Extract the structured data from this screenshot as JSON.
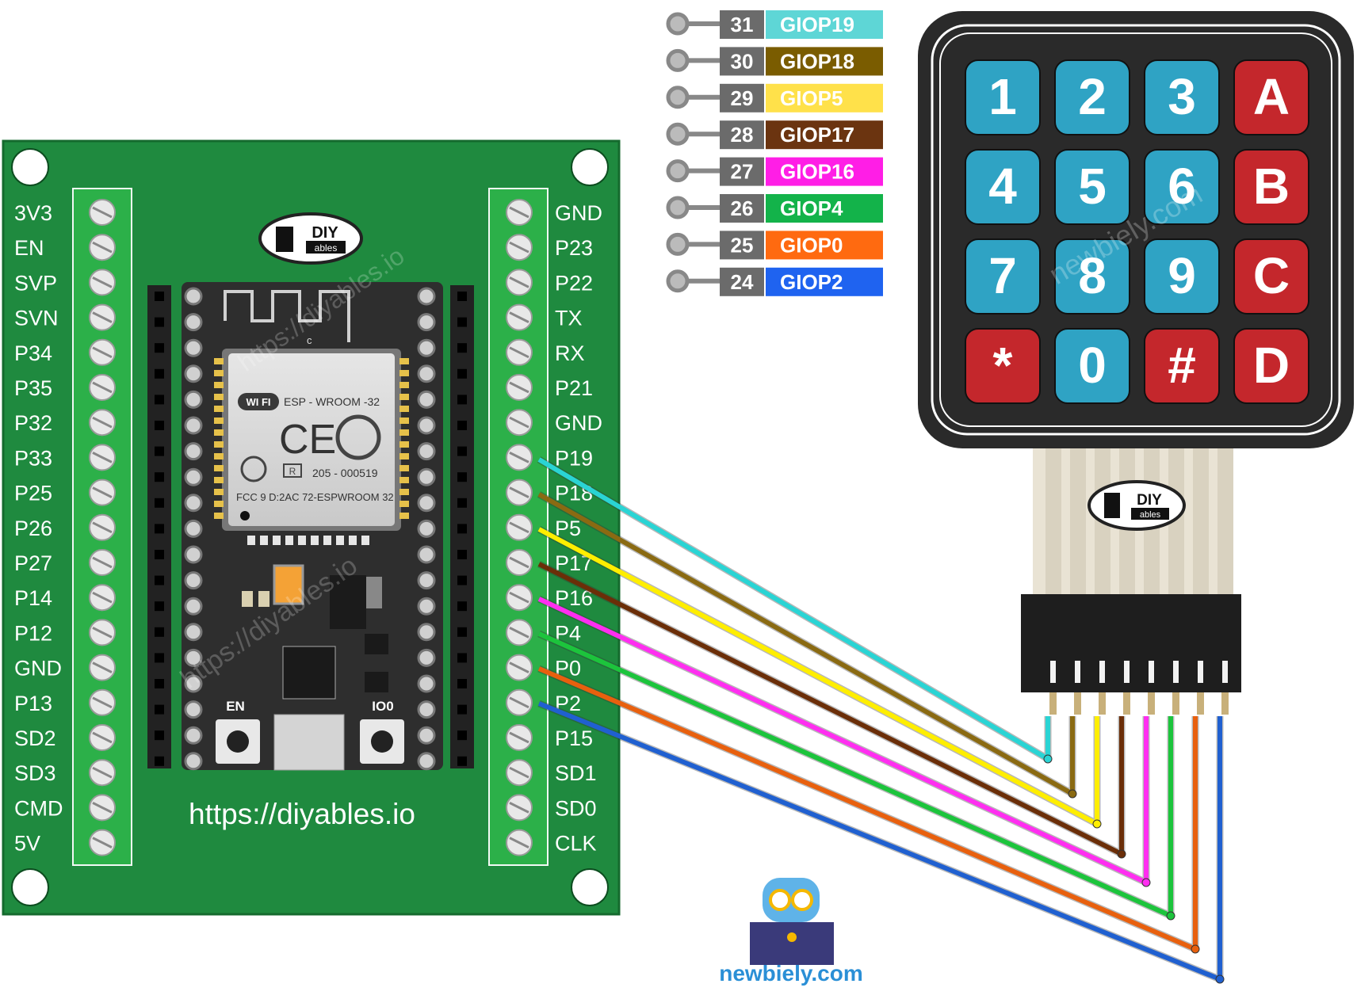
{
  "board": {
    "left_labels": [
      "3V3",
      "EN",
      "SVP",
      "SVN",
      "P34",
      "P35",
      "P32",
      "P33",
      "P25",
      "P26",
      "P27",
      "P14",
      "P12",
      "GND",
      "P13",
      "SD2",
      "SD3",
      "CMD",
      "5V"
    ],
    "right_labels": [
      "GND",
      "P23",
      "P22",
      "TX",
      "RX",
      "P21",
      "GND",
      "P19",
      "P18",
      "P5",
      "P17",
      "P16",
      "P4",
      "P0",
      "P2",
      "P15",
      "SD1",
      "SD0",
      "CLK"
    ],
    "url_text": "https://diyables.io",
    "module_text": "ESP - WROOM -32",
    "cert_text": "205 - 000519",
    "fcc_text": "FCC 9 D:2AC 72-ESPWROOM  32",
    "wifi_text": "WI FI",
    "c_mark": "c",
    "button_en": "EN",
    "button_io0": "IO0",
    "logo_top": "DIY",
    "logo_bottom": "ables",
    "watermark": "https://diyables.io",
    "colors": {
      "board": "#1f8a3f",
      "board_dark": "#17702f",
      "terminal": "#2db34a",
      "chip": "#2e2e2e",
      "shield": "#d8d8d8"
    }
  },
  "pin_legend": [
    {
      "num": "31",
      "name": "GIOP19",
      "color": "#5ed6d6",
      "text_color": "#ffffff"
    },
    {
      "num": "30",
      "name": "GIOP18",
      "color": "#7a5c00",
      "text_color": "#ffffff"
    },
    {
      "num": "29",
      "name": "GIOP5",
      "color": "#ffe14a",
      "text_color": "#ffffff"
    },
    {
      "num": "28",
      "name": "GIOP17",
      "color": "#6b3410",
      "text_color": "#ffffff"
    },
    {
      "num": "27",
      "name": "GIOP16",
      "color": "#ff1ee6",
      "text_color": "#ffffff"
    },
    {
      "num": "26",
      "name": "GIOP4",
      "color": "#13b34a",
      "text_color": "#ffffff"
    },
    {
      "num": "25",
      "name": "GIOP0",
      "color": "#ff6a10",
      "text_color": "#ffffff"
    },
    {
      "num": "24",
      "name": "GIOP2",
      "color": "#1f63f0",
      "text_color": "#ffffff"
    }
  ],
  "keypad": {
    "keys": [
      {
        "label": "1",
        "color": "blue"
      },
      {
        "label": "2",
        "color": "blue"
      },
      {
        "label": "3",
        "color": "blue"
      },
      {
        "label": "A",
        "color": "red"
      },
      {
        "label": "4",
        "color": "blue"
      },
      {
        "label": "5",
        "color": "blue"
      },
      {
        "label": "6",
        "color": "blue"
      },
      {
        "label": "B",
        "color": "red"
      },
      {
        "label": "7",
        "color": "blue"
      },
      {
        "label": "8",
        "color": "blue"
      },
      {
        "label": "9",
        "color": "blue"
      },
      {
        "label": "C",
        "color": "red"
      },
      {
        "label": "*",
        "color": "red"
      },
      {
        "label": "0",
        "color": "blue"
      },
      {
        "label": "#",
        "color": "red"
      },
      {
        "label": "D",
        "color": "red"
      }
    ],
    "key_colors": {
      "blue": "#2fa3c4",
      "red": "#c4272c"
    },
    "logo_top": "DIY",
    "logo_bottom": "ables",
    "watermark": "newbiely.com"
  },
  "wires": [
    {
      "pin": "P19",
      "color": "#2ad4d4"
    },
    {
      "pin": "P18",
      "color": "#8a6a12"
    },
    {
      "pin": "P5",
      "color": "#ffee00"
    },
    {
      "pin": "P17",
      "color": "#6b2e08"
    },
    {
      "pin": "P16",
      "color": "#ff2ef0"
    },
    {
      "pin": "P4",
      "color": "#1cc43c"
    },
    {
      "pin": "P0",
      "color": "#e8600e"
    },
    {
      "pin": "P2",
      "color": "#2060d0"
    }
  ],
  "brand": {
    "text": "newbiely.com",
    "color": "#2a8fd6"
  }
}
